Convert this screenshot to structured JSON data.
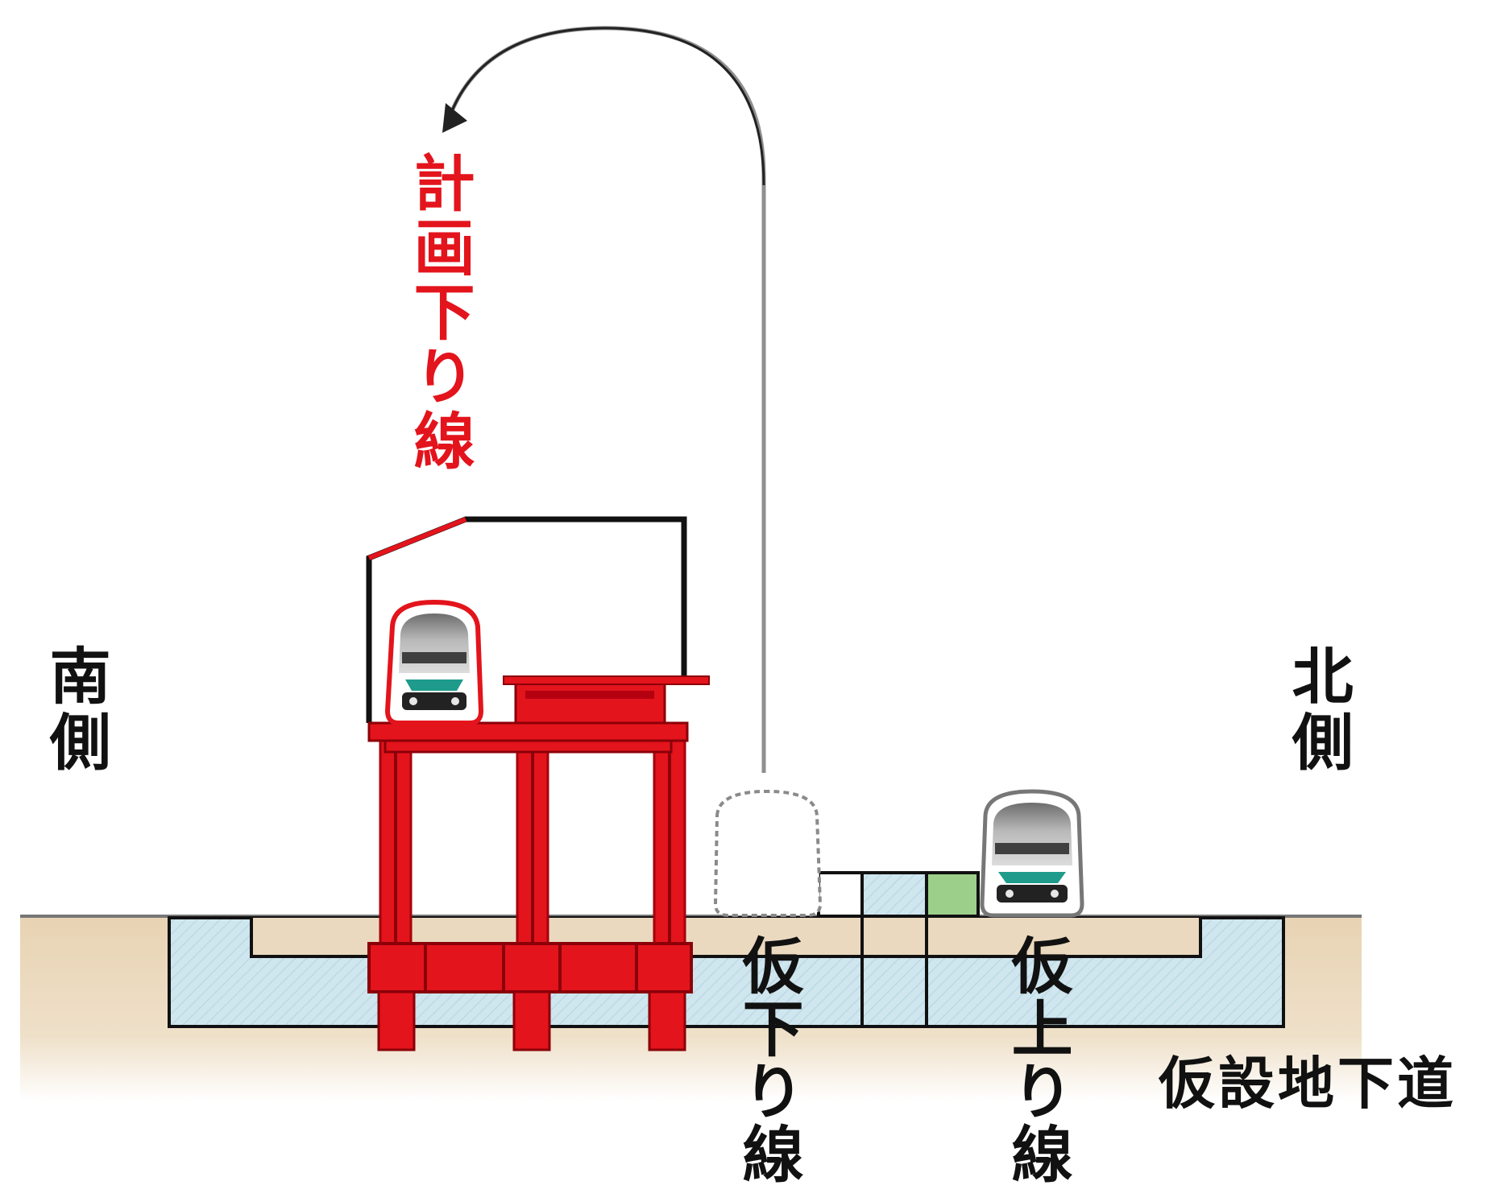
{
  "labels": {
    "planned_down_line": "計画下り線",
    "south_side": "南側",
    "north_side": "北側",
    "temp_down_line": "仮下り線",
    "temp_up_line": "仮上り線",
    "temp_underpass": "仮設地下道"
  },
  "colors": {
    "structure_red": "#e3141c",
    "planned_label_red": "#e3141c",
    "ground_tan": "#ead9bf",
    "water_blue": "#cfe6ef",
    "platform_green": "#9ccf8a",
    "outline": "#111111",
    "arrow_gray": "#999999"
  },
  "icons": {
    "train_red": "train-front-icon",
    "train_temp": "train-outline-icon",
    "train_up": "train-front-icon"
  }
}
